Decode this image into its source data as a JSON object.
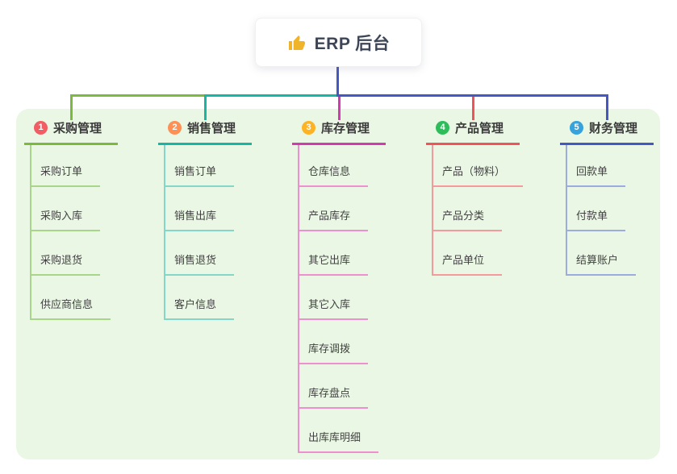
{
  "root": {
    "label": "ERP 后台",
    "icon": "thumbs-up-icon",
    "icon_color": "#f0b42a",
    "line_color": "#4458c5"
  },
  "panel": {
    "background": "#eaf7e4"
  },
  "branches": [
    {
      "badge": "1",
      "label": "采购管理",
      "badge_color": "#f25d64",
      "line_color": "#7cb93f",
      "child_line_color": "#a9d58a",
      "children": [
        "采购订单",
        "采购入库",
        "采购退货",
        "供应商信息"
      ]
    },
    {
      "badge": "2",
      "label": "销售管理",
      "badge_color": "#ff9054",
      "line_color": "#16b6a5",
      "child_line_color": "#84d6cb",
      "children": [
        "销售订单",
        "销售出库",
        "销售退货",
        "客户信息"
      ]
    },
    {
      "badge": "3",
      "label": "库存管理",
      "badge_color": "#feb322",
      "line_color": "#d23bb0",
      "child_line_color": "#ee8fd0",
      "children": [
        "仓库信息",
        "产品库存",
        "其它出库",
        "其它入库",
        "库存调拨",
        "库存盘点",
        "出库库明细"
      ]
    },
    {
      "badge": "4",
      "label": "产品管理",
      "badge_color": "#2dbd5b",
      "line_color": "#f05458",
      "child_line_color": "#f49a9d",
      "children": [
        "产品（物料）",
        "产品分类",
        "产品单位"
      ]
    },
    {
      "badge": "5",
      "label": "财务管理",
      "badge_color": "#36a3dc",
      "line_color": "#4458c5",
      "child_line_color": "#9dacdf",
      "children": [
        "回款单",
        "付款单",
        "结算账户"
      ]
    }
  ]
}
